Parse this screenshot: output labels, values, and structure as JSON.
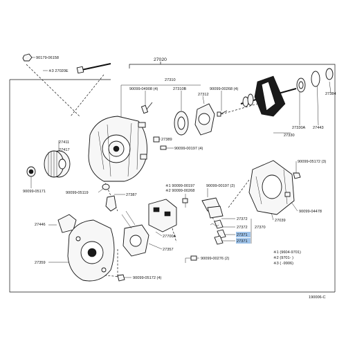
{
  "diagram": {
    "code": "190006-C",
    "labels": {
      "l27020": "27020",
      "l90179_06158": "90179-06158",
      "l27020e": "※3 27020E",
      "l27310": "27310",
      "l90099_04908": "90099-04908 (4)",
      "l27310b": "27310B",
      "l27312": "27312",
      "l90099_00268_4": "90099-00268 (4)",
      "l27330a": "27330A",
      "l27443": "27443",
      "l27330": "27330",
      "l27384": "27384",
      "l27389": "27389",
      "l90099_00197_4": "90099-00197 (4)",
      "l27411": "27411",
      "l27417": "27417",
      "l90099_05171": "90099-05171",
      "l90099_05172_3": "90099-05172 (3)",
      "l90099_05119": "90099-05119",
      "l27387": "27387",
      "l90099_00197_s1": "※1  90099-00197",
      "l90099_00268_s2": "※2  90099-00268",
      "l90099_00197_2": "90099-00197 (2)",
      "l90099_04478": "90099-04478",
      "l27446": "27446",
      "l27372": "27372",
      "l27372b": "27372",
      "l27370": "27370",
      "l27371a": "27371",
      "l27371b": "27371",
      "l27039": "27039",
      "l27700a": "27700A",
      "l27357": "27357",
      "l27359": "27359",
      "l90099_00276_2": "90099-00276 (2)",
      "l90099_05172_4": "90099-05172 (4)"
    },
    "legend": {
      "row1": "※1  (9604-9701)",
      "row2": "※2  (9701-          )",
      "row3": "※3  (          -9906)"
    },
    "highlight_color": "#9ec3ea"
  }
}
